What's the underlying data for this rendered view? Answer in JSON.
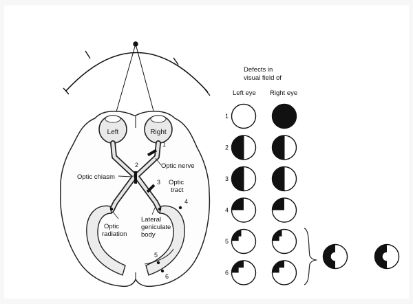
{
  "diagram": {
    "labels": {
      "left_eye": "Left",
      "right_eye": "Right",
      "optic_nerve": "Optic nerve",
      "optic_chiasm": "Optic chiasm",
      "optic_tract_1": "Optic",
      "optic_tract_2": "tract",
      "optic_radiation_1": "Optic",
      "optic_radiation_2": "radiation",
      "lgn_1": "Lateral",
      "lgn_2": "geniculate",
      "lgn_3": "body"
    },
    "lesion_numbers": [
      "1",
      "2",
      "3",
      "4",
      "5",
      "6"
    ]
  },
  "defects": {
    "header_1": "Defects in",
    "header_2": "visual field of",
    "left_eye_label": "Left eye",
    "right_eye_label": "Right eye",
    "rows": [
      {
        "num": "1",
        "left": "normal",
        "right": "blind"
      },
      {
        "num": "2",
        "left": "left-hemianopia",
        "right": "left-hemianopia"
      },
      {
        "num": "3",
        "left": "left-hemianopia",
        "right": "left-hemianopia"
      },
      {
        "num": "4",
        "left": "upper-left-quadrant",
        "right": "upper-left-quadrant"
      },
      {
        "num": "5",
        "left": "macular-sparing-upper",
        "right": "macular-sparing-upper"
      },
      {
        "num": "6",
        "left": "macular-sparing-upper-fill",
        "right": "macular-sparing-upper-fill"
      }
    ],
    "extra": [
      "macular-sparing-left-hemianopia",
      "macular-sparing-left-hemianopia"
    ]
  }
}
